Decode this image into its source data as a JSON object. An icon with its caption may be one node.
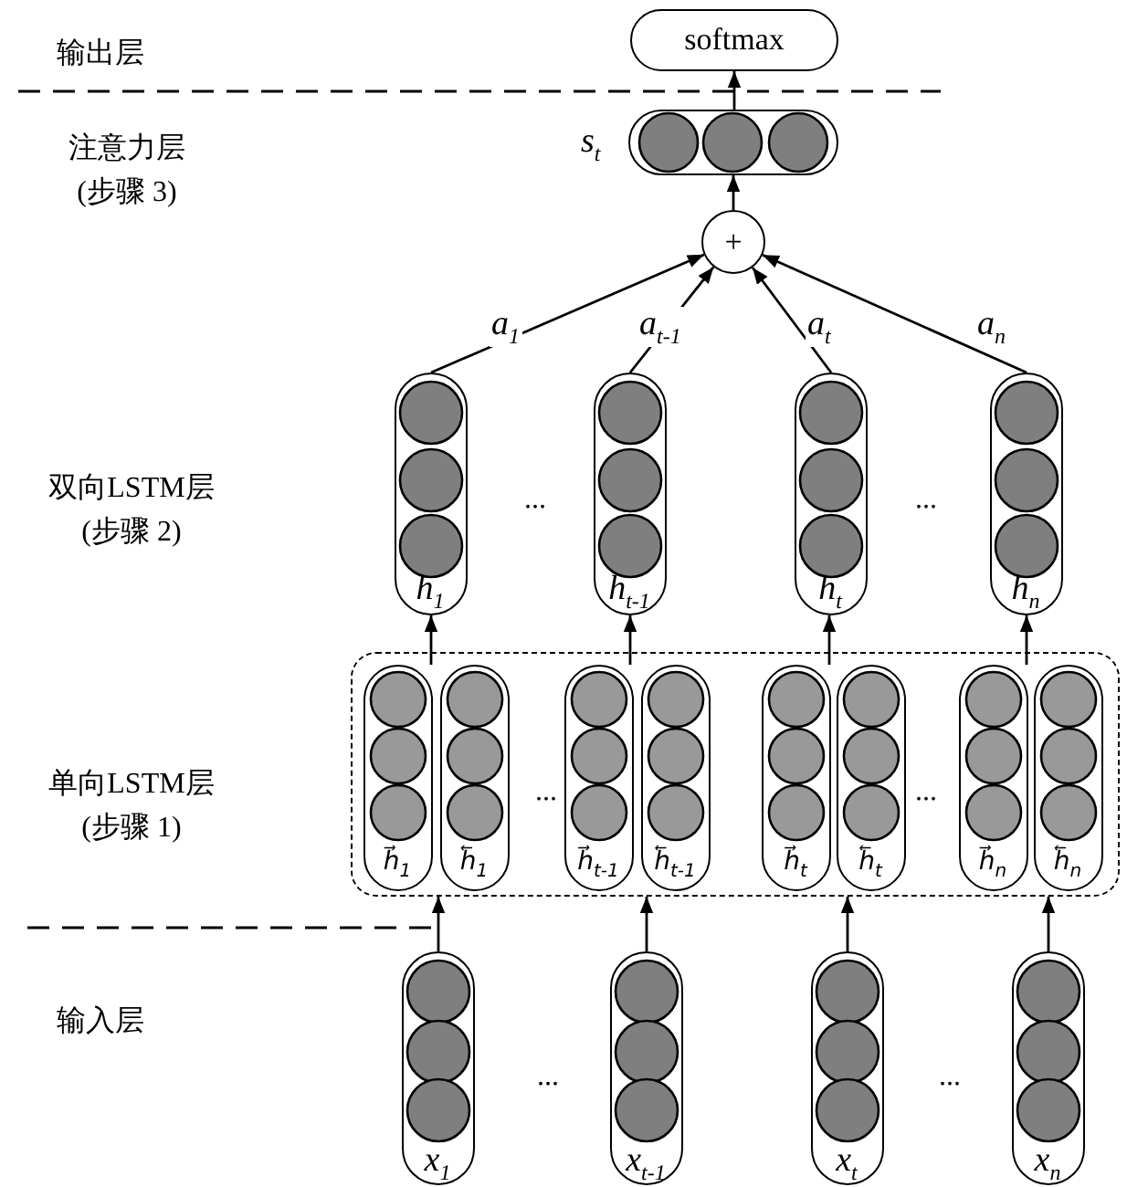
{
  "diagram": {
    "nodes": [
      {
        "text": [
          "softmax"
        ]
      },
      {
        "text": [],
        "shape": "capsule",
        "beside": [
          "s$_{t}$"
        ]
      },
      {
        "text": [
          "+"
        ]
      },
      {
        "text": [
          "h$_{1}$"
        ]
      },
      {
        "text": [
          "h$_{t-1}$"
        ]
      },
      {
        "text": [
          "h$_{t}$"
        ]
      },
      {
        "text": [
          "h$_{n}$"
        ]
      },
      {
        "text": [],
        "shape": "box"
      },
      {
        "text": [
          "h⃗$_{1}$"
        ],
        "in": 7
      },
      {
        "text": [
          "h⃖$_{1}$"
        ],
        "in": 7
      },
      {
        "text": [
          "h⃗$_{t-1}$"
        ],
        "in": 7
      },
      {
        "text": [
          "h⃖$_{t-1}$"
        ],
        "in": 7
      },
      {
        "text": [
          "h⃗$_{t}$"
        ],
        "in": 7
      },
      {
        "text": [
          "h⃖$_{t}$"
        ],
        "in": 7
      },
      {
        "text": [
          "h⃗$_{n}$"
        ],
        "in": 7
      },
      {
        "text": [
          "h⃖$_{n}$"
        ],
        "in": 7
      },
      {
        "text": [
          "x$_{1}$"
        ]
      },
      {
        "text": [
          "x$_{t-1}$"
        ]
      },
      {
        "text": [
          "x$_{t}$"
        ]
      },
      {
        "text": [
          "x$_{n}$"
        ]
      }
    ],
    "edges": [
      {
        "from": 16,
        "to": 7,
        "arrow": "to"
      },
      {
        "from": 17,
        "to": 7,
        "arrow": "to"
      },
      {
        "from": 18,
        "to": 7,
        "arrow": "to"
      },
      {
        "from": 19,
        "to": 7,
        "arrow": "to"
      },
      {
        "from": 8,
        "to": 3,
        "arrow": "to"
      },
      {
        "from": 10,
        "to": 4,
        "arrow": "to"
      },
      {
        "from": 12,
        "to": 5,
        "arrow": "to"
      },
      {
        "from": 14,
        "to": 6,
        "arrow": "to"
      },
      {
        "from": 3,
        "to": 2,
        "arrow": "to",
        "label": "a$_{1}$"
      },
      {
        "from": 4,
        "to": 2,
        "arrow": "to",
        "label": "a$_{t-1}$"
      },
      {
        "from": 5,
        "to": 2,
        "arrow": "to",
        "label": "a$_{t}$"
      },
      {
        "from": 6,
        "to": 2,
        "arrow": "to",
        "label": "a$_{n}$"
      },
      {
        "from": 2,
        "to": 1,
        "arrow": "to"
      },
      {
        "from": 1,
        "to": 0,
        "arrow": "to"
      }
    ],
    "labels": [
      "输出层",
      "注意力层 (步骤 3)",
      "双向LSTM层 (步骤 2)",
      "...",
      "...",
      "单向LSTM层 (步骤 1)",
      "...",
      "...",
      "输入层",
      "...",
      "..."
    ]
  }
}
